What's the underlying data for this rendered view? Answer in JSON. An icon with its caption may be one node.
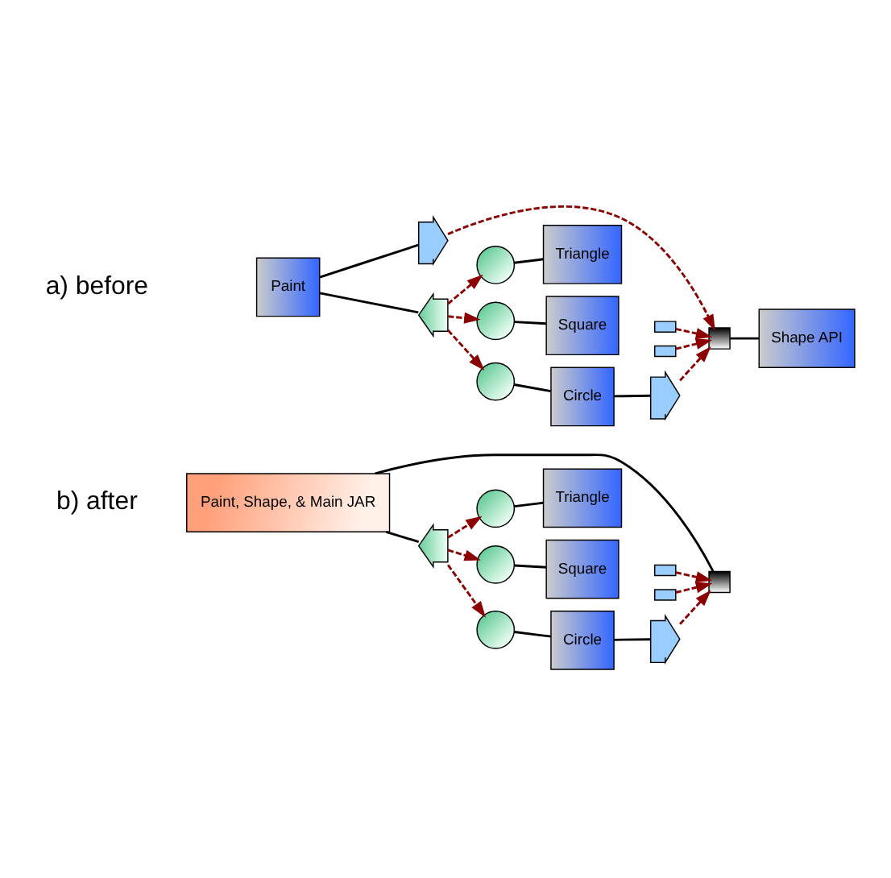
{
  "diagram": {
    "nodes": [
      {
        "text": [
          "Paint"
        ]
      },
      {
        "text": [],
        "shape": "bracket"
      },
      {
        "text": [],
        "shape": "socket"
      },
      {
        "text": [],
        "shape": "circle"
      },
      {
        "text": [
          "Triangle"
        ]
      },
      {
        "text": [],
        "shape": "circle"
      },
      {
        "text": [
          "Square"
        ]
      },
      {
        "text": [],
        "shape": "tab"
      },
      {
        "text": [],
        "shape": "circle"
      },
      {
        "text": [
          "Circle"
        ]
      },
      {
        "text": [],
        "shape": "tab"
      },
      {
        "text": [],
        "shape": "bracket"
      },
      {
        "text": [],
        "shape": "box"
      },
      {
        "text": [
          "Shape API"
        ]
      },
      {
        "text": [
          "Paint, Shape, & Main JAR"
        ]
      },
      {
        "text": [],
        "shape": "box"
      },
      {
        "text": [],
        "shape": "socket"
      },
      {
        "text": [],
        "shape": "circle"
      },
      {
        "text": [
          "Triangle"
        ]
      },
      {
        "text": [],
        "shape": "circle"
      },
      {
        "text": [
          "Square"
        ]
      },
      {
        "text": [],
        "shape": "tab"
      },
      {
        "text": [],
        "shape": "circle"
      },
      {
        "text": [
          "Circle"
        ]
      },
      {
        "text": [],
        "shape": "tab"
      },
      {
        "text": [],
        "shape": "bracket"
      }
    ],
    "edges": [
      {
        "from": 0,
        "to": 1,
        "arrow": "none"
      },
      {
        "from": 0,
        "to": 2,
        "arrow": "none"
      },
      {
        "from": 1,
        "to": 12,
        "arrow": "to",
        "style": "dashed",
        "color": "#8b0000"
      },
      {
        "from": 2,
        "to": 3,
        "arrow": "to",
        "style": "dashed",
        "color": "#8b0000"
      },
      {
        "from": 2,
        "to": 5,
        "arrow": "to",
        "style": "dashed",
        "color": "#8b0000"
      },
      {
        "from": 2,
        "to": 8,
        "arrow": "to",
        "style": "dashed",
        "color": "#8b0000"
      },
      {
        "from": 3,
        "to": 4,
        "arrow": "none"
      },
      {
        "from": 5,
        "to": 6,
        "arrow": "none"
      },
      {
        "from": 8,
        "to": 9,
        "arrow": "none"
      },
      {
        "from": 9,
        "to": 11,
        "arrow": "none"
      },
      {
        "from": 7,
        "to": 12,
        "arrow": "to",
        "style": "dashed",
        "color": "#8b0000"
      },
      {
        "from": 10,
        "to": 12,
        "arrow": "to",
        "style": "dashed",
        "color": "#8b0000"
      },
      {
        "from": 11,
        "to": 12,
        "arrow": "to",
        "style": "dashed",
        "color": "#8b0000"
      },
      {
        "from": 12,
        "to": 13,
        "arrow": "none"
      },
      {
        "from": 14,
        "to": 15,
        "arrow": "none"
      },
      {
        "from": 14,
        "to": 16,
        "arrow": "none"
      },
      {
        "from": 16,
        "to": 17,
        "arrow": "to",
        "style": "dashed",
        "color": "#8b0000"
      },
      {
        "from": 16,
        "to": 19,
        "arrow": "to",
        "style": "dashed",
        "color": "#8b0000"
      },
      {
        "from": 16,
        "to": 22,
        "arrow": "to",
        "style": "dashed",
        "color": "#8b0000"
      },
      {
        "from": 17,
        "to": 18,
        "arrow": "none"
      },
      {
        "from": 19,
        "to": 20,
        "arrow": "none"
      },
      {
        "from": 22,
        "to": 23,
        "arrow": "none"
      },
      {
        "from": 23,
        "to": 25,
        "arrow": "none"
      },
      {
        "from": 21,
        "to": 15,
        "arrow": "to",
        "style": "dashed",
        "color": "#8b0000"
      },
      {
        "from": 24,
        "to": 15,
        "arrow": "to",
        "style": "dashed",
        "color": "#8b0000"
      },
      {
        "from": 25,
        "to": 15,
        "arrow": "to",
        "style": "dashed",
        "color": "#8b0000"
      }
    ],
    "labels": [
      "a) before",
      "b) after"
    ]
  }
}
